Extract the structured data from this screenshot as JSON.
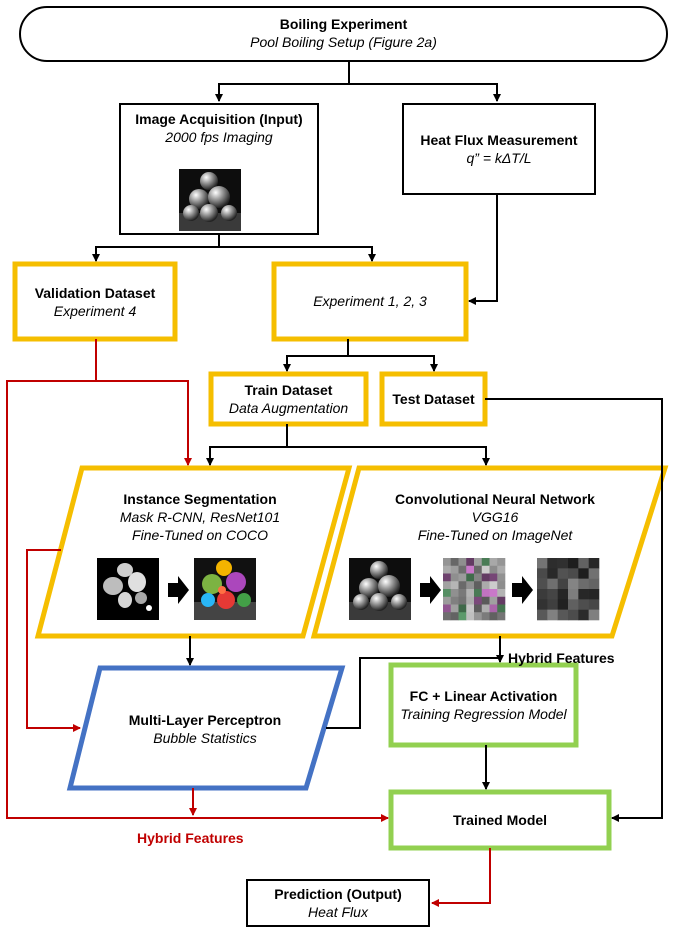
{
  "nodes": {
    "boiling": {
      "title": "Boiling Experiment",
      "subtitle": "Pool Boiling Setup (Figure 2a)"
    },
    "image_acq": {
      "title": "Image Acquisition (Input)",
      "subtitle": "2000 fps Imaging"
    },
    "heat_flux": {
      "title": "Heat Flux Measurement",
      "subtitle": "q” = kΔT/L"
    },
    "validation": {
      "title": "Validation Dataset",
      "subtitle": "Experiment 4"
    },
    "experiments": {
      "subtitle": "Experiment 1, 2, 3"
    },
    "train": {
      "title": "Train Dataset",
      "subtitle": "Data Augmentation"
    },
    "test": {
      "title": "Test Dataset"
    },
    "instance_seg": {
      "title": "Instance Segmentation",
      "subtitle1": "Mask R-CNN, ResNet101",
      "subtitle2": "Fine-Tuned on COCO"
    },
    "cnn": {
      "title": "Convolutional Neural Network",
      "subtitle1": "VGG16",
      "subtitle2": "Fine-Tuned on ImageNet"
    },
    "mlp": {
      "title": "Multi-Layer Perceptron",
      "subtitle": "Bubble Statistics"
    },
    "fc": {
      "title": "FC + Linear Activation",
      "subtitle": "Training Regression Model"
    },
    "trained": {
      "title": "Trained Model"
    },
    "prediction": {
      "title": "Prediction (Output)",
      "subtitle": "Heat Flux"
    }
  },
  "edge_labels": {
    "hybrid_black": "Hybrid Features",
    "hybrid_red": "Hybrid Features"
  },
  "colors": {
    "yellow": "#F5BE00",
    "blue": "#4472C4",
    "green": "#92D050",
    "red": "#C00000",
    "black": "#000000"
  }
}
